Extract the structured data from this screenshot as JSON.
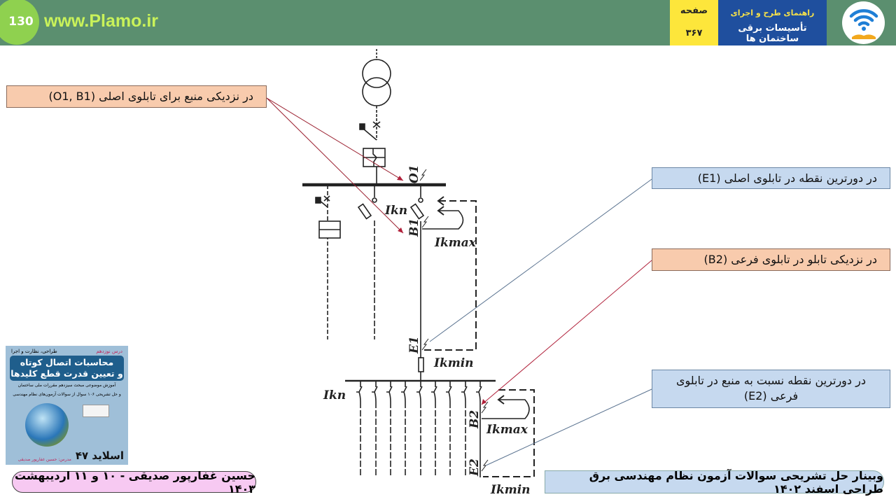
{
  "header": {
    "slide_number": "130",
    "site": "www.Plamo.ir",
    "page_label": "صفحه",
    "page_number": "۳۶۷",
    "book_line1": "راهنمای طرح و اجرای",
    "book_line2": "تأسیسات برقی ساختمان ها"
  },
  "callouts": [
    {
      "text": "در نزدیکی منبع برای تابلوی اصلی (O1, B1)"
    },
    {
      "text": "در دورترین نقطه در تابلوی اصلی (E1)"
    },
    {
      "text": "در نزدیکی تابلو در تابلوی فرعی (B2)"
    },
    {
      "text": "در دورترین  نقطه نسبت به منبع در تابلوی فرعی (E2)"
    }
  ],
  "diagram": {
    "O1": "O1",
    "B1": "B1",
    "E1": "E1",
    "B2": "B2",
    "E2": "E2",
    "ikn": "Ikn",
    "ikmax": "Ikmax",
    "ikmin": "Ikmin"
  },
  "cover": {
    "top_right": "درس نوزدهم",
    "top_left": "طراحی، نظارت و اجرا",
    "title1": "محاسبات اتصال کوتاه",
    "title2": "و تعیین قدرت قطع کلیدها",
    "sub1": "آموزش موضوعی مبحث سیزدهم مقررات ملی ساختمان",
    "sub2": "و حل تشریحی ۱۰۶ سوال از سوالات آزمون‌های نظام مهندسی",
    "slide": "اسلاید ۴۷",
    "teacher": "مدرس: حسین غفارپور صدیقی"
  },
  "footer": {
    "left": "حسین غفارپور صدیقی - ۱۰ و ۱۱ اردیبهشت ۱۴۰۳",
    "right": "وبینار حل تشریحی سوالات آزمون نظام مهندسی برق طراحی اسفند ۱۴۰۲"
  }
}
